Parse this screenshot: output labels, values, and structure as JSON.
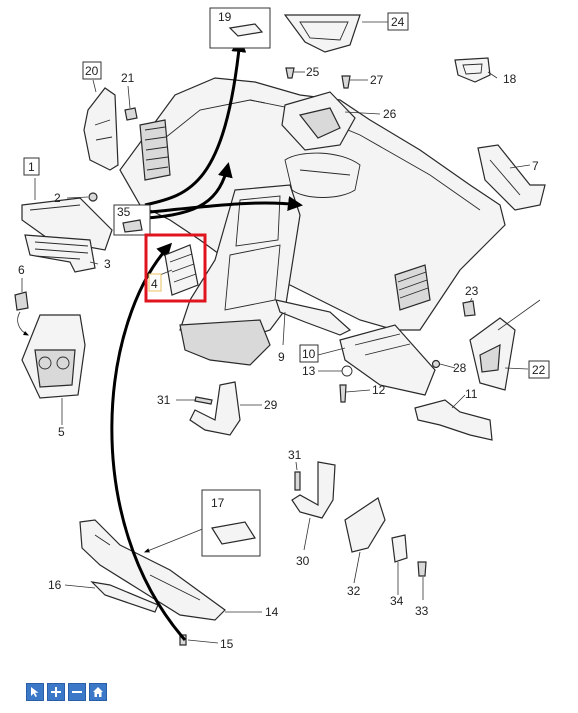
{
  "diagram": {
    "callouts": {
      "c1": "1",
      "c2": "2",
      "c3": "3",
      "c4": "4",
      "c5": "5",
      "c6": "6",
      "c7": "7",
      "c9": "9",
      "c10": "10",
      "c11": "11",
      "c12": "12",
      "c13": "13",
      "c14": "14",
      "c15": "15",
      "c16": "16",
      "c17": "17",
      "c18": "18",
      "c19": "19",
      "c20": "20",
      "c21": "21",
      "c22": "22",
      "c23": "23",
      "c24": "24",
      "c25": "25",
      "c26": "26",
      "c27": "27",
      "c28": "28",
      "c29": "29",
      "c30": "30",
      "c31a": "31",
      "c31b": "31",
      "c32": "32",
      "c33": "33",
      "c34": "34",
      "c35": "35"
    },
    "highlight_color": "#e0141e"
  },
  "toolbar": {
    "buttons": [
      {
        "name": "pointer",
        "icon": "cursor-icon"
      },
      {
        "name": "zoom-in",
        "icon": "plus-icon"
      },
      {
        "name": "zoom-out",
        "icon": "minus-icon"
      },
      {
        "name": "home",
        "icon": "home-icon"
      }
    ],
    "accent": "#3c78c8"
  }
}
